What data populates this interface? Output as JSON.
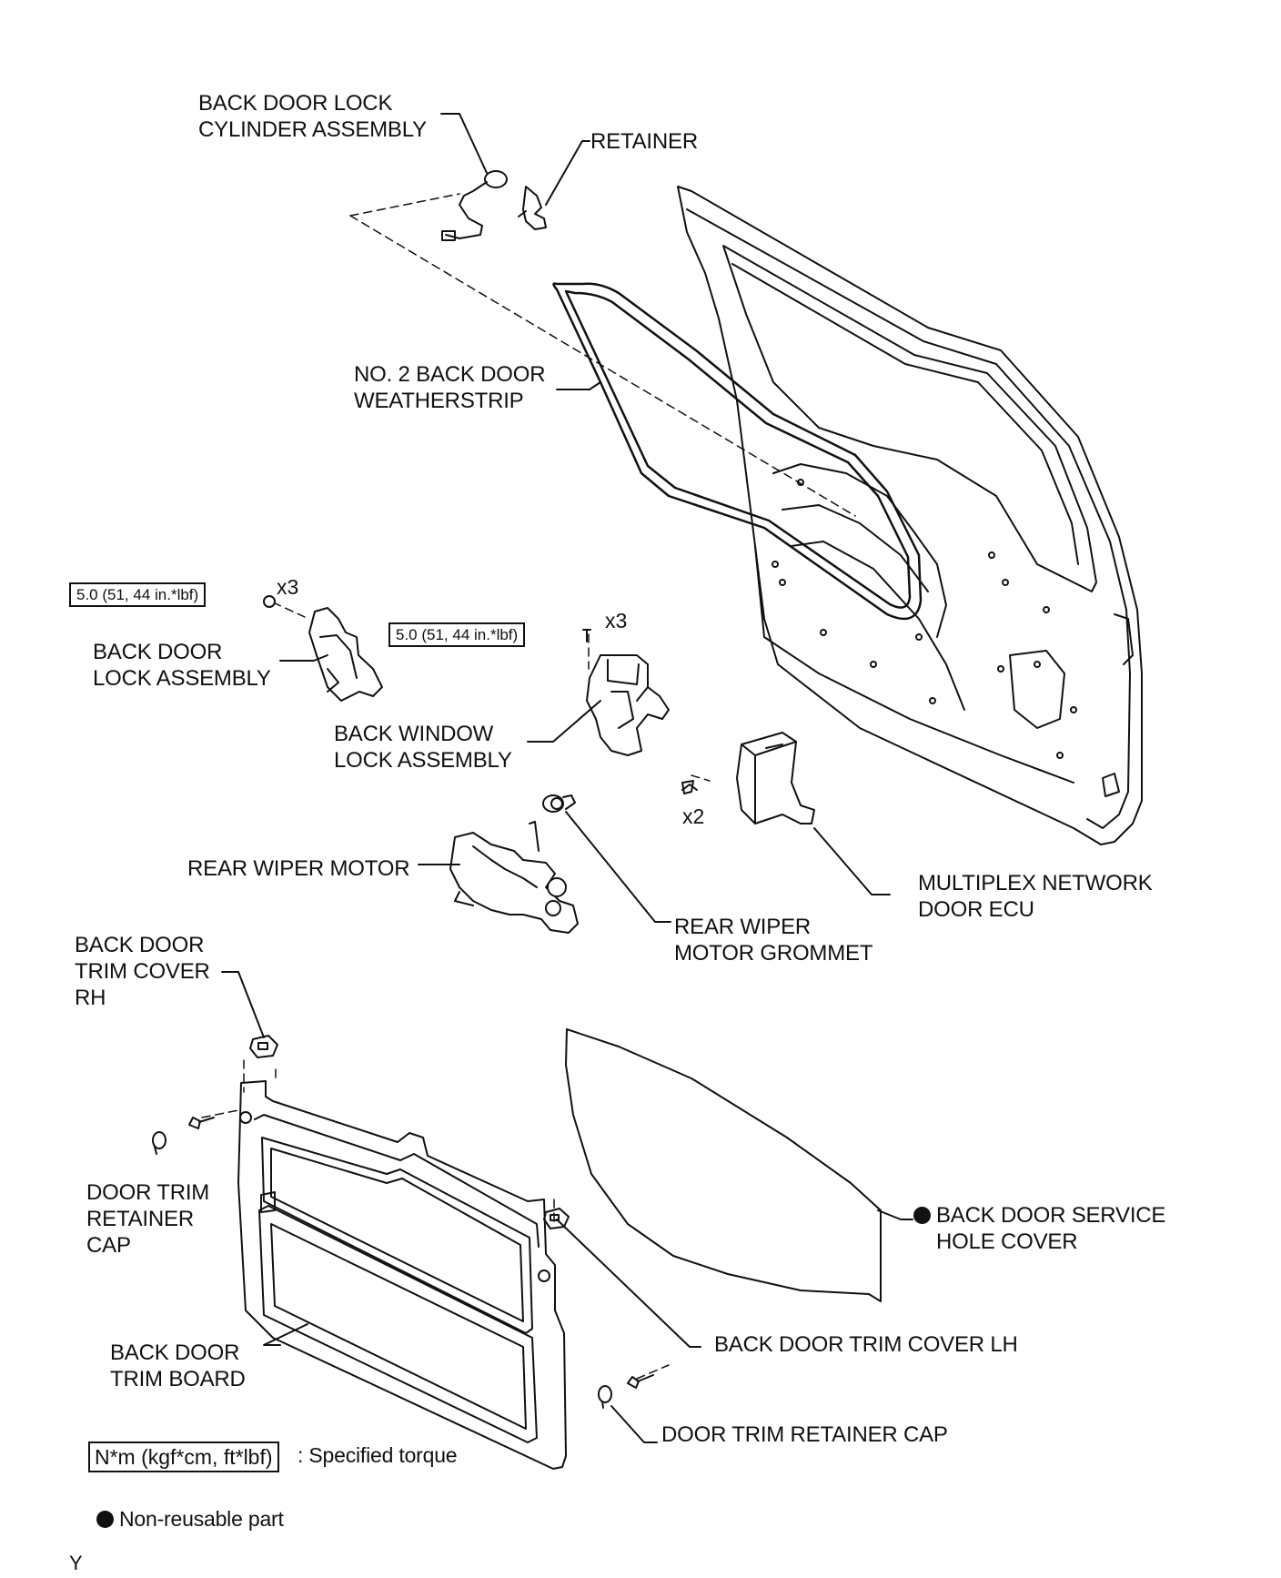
{
  "parts": {
    "lock_cylinder": "BACK DOOR LOCK\nCYLINDER ASSEMBLY",
    "retainer": "RETAINER",
    "weatherstrip": "NO. 2 BACK DOOR\nWEATHERSTRIP",
    "back_door_lock": "BACK DOOR\nLOCK ASSEMBLY",
    "back_window_lock": "BACK WINDOW\nLOCK ASSEMBLY",
    "rear_wiper_motor": "REAR WIPER MOTOR",
    "wiper_grommet": "REAR WIPER\nMOTOR GROMMET",
    "multiplex_ecu": "MULTIPLEX NETWORK\nDOOR ECU",
    "trim_cover_rh": "BACK DOOR\nTRIM COVER\nRH",
    "retainer_cap_left": "DOOR TRIM\nRETAINER\nCAP",
    "service_hole_cover": "BACK DOOR SERVICE\nHOLE COVER",
    "trim_cover_lh": "BACK DOOR TRIM COVER LH",
    "trim_board": "BACK DOOR\nTRIM BOARD",
    "retainer_cap_right": "DOOR TRIM RETAINER CAP"
  },
  "torque": {
    "lock_assembly": "5.0 (51, 44 in.*lbf)",
    "window_lock": "5.0 (51, 44 in.*lbf)"
  },
  "quantities": {
    "lock_bolts": "x3",
    "window_lock_bolts": "x3",
    "ecu_bolts": "x2"
  },
  "legend": {
    "torque_unit": "N*m (kgf*cm, ft*lbf)",
    "torque_desc": ": Specified torque",
    "non_reusable": "Non-reusable part"
  },
  "footer_code": "Y"
}
